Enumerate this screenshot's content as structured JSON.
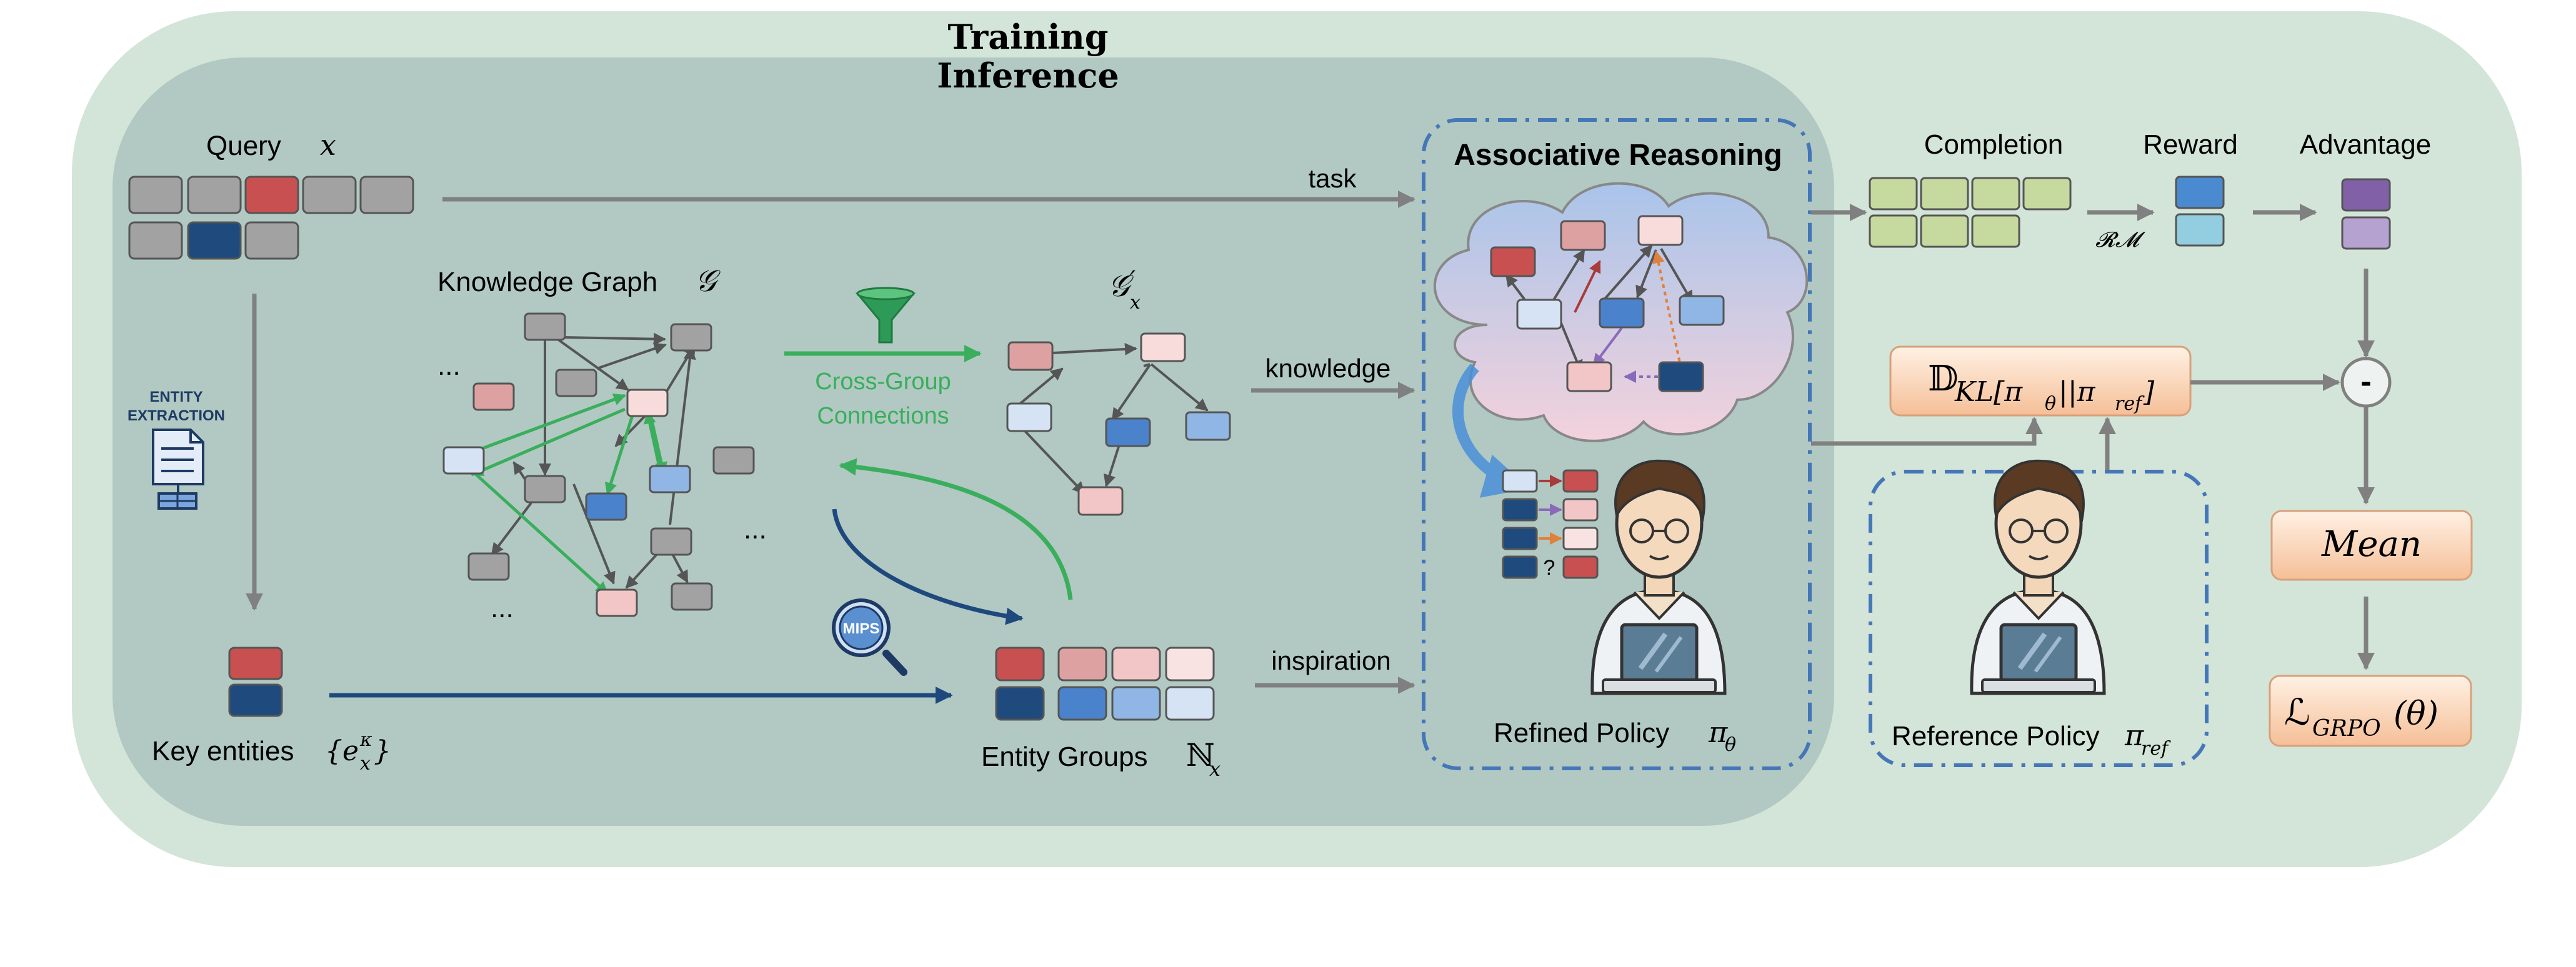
{
  "titles": {
    "training": "Training",
    "inference": "Inference"
  },
  "query": {
    "label": "Query",
    "symbol": "x"
  },
  "entity_extraction": {
    "line1": "ENTITY",
    "line2": "EXTRACTION"
  },
  "knowledge_graph": {
    "label": "Knowledge Graph",
    "symbol": "𝒢",
    "ellipsis": "..."
  },
  "subgraph": {
    "symbol": "𝒢",
    "prime": "′",
    "sub": "x"
  },
  "cross_group": {
    "line1": "Cross-Group",
    "line2": "Connections"
  },
  "mips": "MIPS",
  "key_entities": {
    "label": "Key entities",
    "symbol": "{e",
    "sup": "κ",
    "sub": "x",
    "close": "}"
  },
  "entity_groups": {
    "label": "Entity Groups",
    "symbol": "ℕ",
    "sub": "x"
  },
  "arrows": {
    "task": "task",
    "knowledge": "knowledge",
    "inspiration": "inspiration",
    "rm": "𝓡𝓜"
  },
  "associative": {
    "title": "Associative Reasoning",
    "question_mark": "?"
  },
  "refined_policy": {
    "label": "Refined Policy",
    "symbol": "π",
    "sub": "θ"
  },
  "reference_policy": {
    "label": "Reference Policy",
    "symbol": "π",
    "sub": "ref"
  },
  "completion": "Completion",
  "reward": "Reward",
  "advantage": "Advantage",
  "kl": {
    "d": "𝔻",
    "sub": "KL[π",
    "sub2": "θ",
    "sub3": "||π",
    "sub4": "ref",
    "sub5": "]"
  },
  "minus": "-",
  "mean": "Mean",
  "loss": {
    "l": "ℒ",
    "sub": "GRPO",
    "arg": "(θ)"
  },
  "colors": {
    "outer_bg": "#d3e4d8",
    "inner_bg": "#b1c9c2",
    "gray_token": "#a2a2a2",
    "red_token": "#c85050",
    "navy_token": "#1e4a7e",
    "green_arrow": "#3aae5c",
    "navy_arrow": "#1f497d",
    "dash_blue": "#4577b8",
    "orange_box": "#f6c7a2",
    "completion_token": "#c6d99f",
    "blue_reward": "#4a8ad0",
    "light_reward": "#93cde0",
    "purple_dark": "#8160a8",
    "purple_light": "#b6a2d0"
  }
}
